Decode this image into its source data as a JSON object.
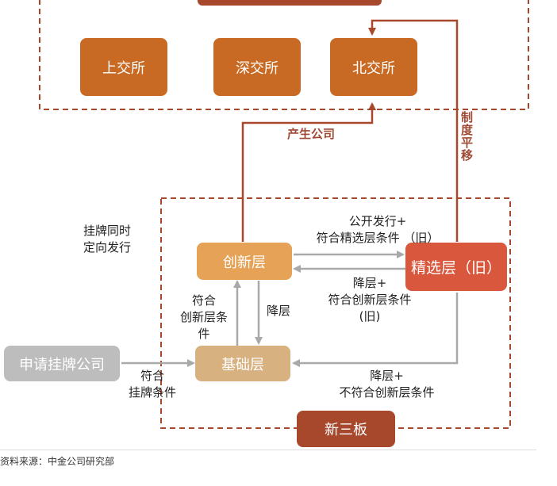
{
  "exchanges": {
    "sse": "上交所",
    "szse": "深交所",
    "bse": "北交所"
  },
  "tiers": {
    "innovation": "创新层",
    "select": "精选层（旧）",
    "basic": "基础层",
    "applicant": "申请挂牌公司",
    "neeq": "新三板"
  },
  "labels": {
    "produce": "产生公司",
    "transfer": "制度平移",
    "listing_issue": "挂牌同时\n定向发行",
    "to_select": "公开发行+\n符合精选层条件 （旧）",
    "select_to_innovation": "降层+\n符合创新层条件\n(旧)",
    "innovation_to_basic": "降层",
    "basic_to_innovation": "符合\n创新层条\n件",
    "applicant_to_basic": "符合\n挂牌条件",
    "select_to_basic": "降层+\n不符合创新层条件"
  },
  "source": "资料来源：中金公司研究部",
  "colors": {
    "exchange_box": "#c86a24",
    "innovation_box": "#e6a256",
    "select_box": "#d9573c",
    "basic_box": "#d8b181",
    "applicant_box": "#bdbdbd",
    "neeq_box": "#a7472b",
    "dashed_border": "#a7472b",
    "brown_arrow": "#a7472b",
    "grey_arrow": "#a9a9a9"
  }
}
